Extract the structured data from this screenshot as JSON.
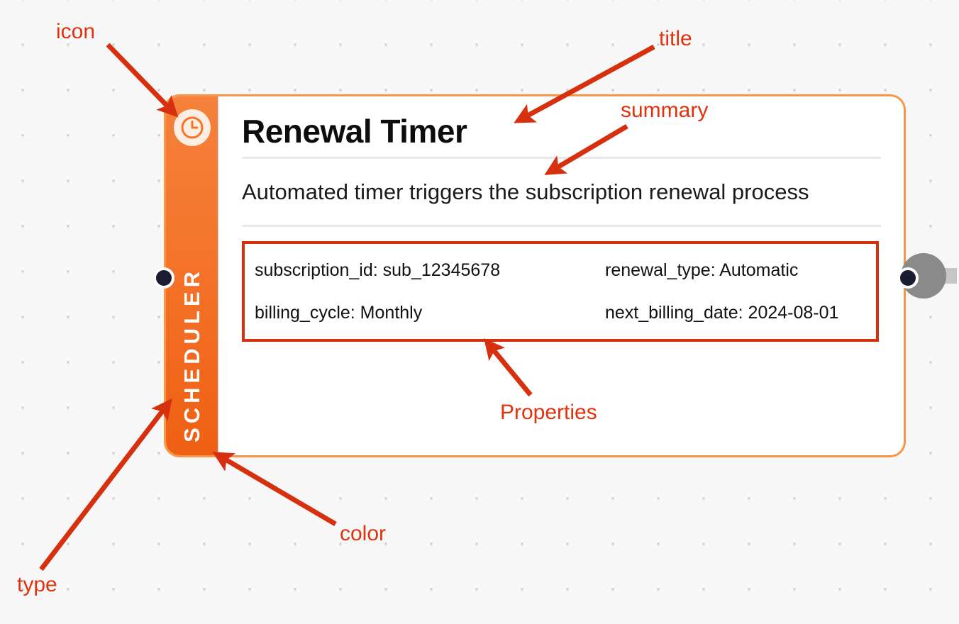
{
  "node": {
    "type": "SCHEDULER",
    "title": "Renewal Timer",
    "summary": "Automated timer triggers the subscription renewal process",
    "icon": "clock-icon",
    "color": "#f4742a",
    "accent_border": "#f79646",
    "icon_badge_color": "#fdeee3",
    "properties": [
      {
        "key": "subscription_id",
        "value": "sub_12345678",
        "text": "subscription_id: sub_12345678"
      },
      {
        "key": "renewal_type",
        "value": "Automatic",
        "text": "renewal_type: Automatic"
      },
      {
        "key": "billing_cycle",
        "value": "Monthly",
        "text": "billing_cycle: Monthly"
      },
      {
        "key": "next_billing_date",
        "value": "2024-08-01",
        "text": "next_billing_date: 2024-08-01"
      }
    ],
    "ports": {
      "input": "input-port",
      "output": "output-port"
    }
  },
  "annotations": {
    "color": "#e0330d",
    "icon": "icon",
    "title": "title",
    "summary": "summary",
    "properties": "Properties",
    "node_color": "color",
    "type": "type"
  },
  "canvas": {
    "background": "#f7f7f7",
    "dot_color": "#c9c9cc",
    "dot_spacing": 64
  }
}
